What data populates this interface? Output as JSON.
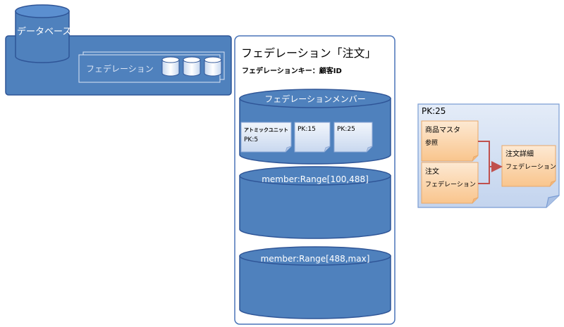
{
  "database": {
    "label": "データベース",
    "federation_label": "フェデレーション"
  },
  "federation_panel": {
    "title": "フェデレーション「注文」",
    "key_label": "フェデレーションキー：顧客ID",
    "members": {
      "title": "フェデレーションメンバー",
      "atomic_unit": {
        "label": "アトミックユニット",
        "pk": "PK:5"
      },
      "notes": [
        "PK:15",
        "PK:25"
      ]
    },
    "ranges": [
      "member:Range[100,488]",
      "member:Range[488,max]"
    ]
  },
  "pk_panel": {
    "title": "PK:25",
    "product_master": {
      "line1": "商品マスタ",
      "line2": "参照"
    },
    "order": {
      "line1": "注文",
      "line2": "フェデレーション"
    },
    "order_detail": {
      "line1": "注文詳細",
      "line2": "フェデレーション"
    }
  },
  "colors": {
    "blue": "#4f81bd",
    "blue_dark": "#2f5597",
    "panel_border": "#4a74b8",
    "note_blue": "#dbe5f5",
    "note_orange": "#fbd7ae",
    "arrow": "#c0504d"
  }
}
